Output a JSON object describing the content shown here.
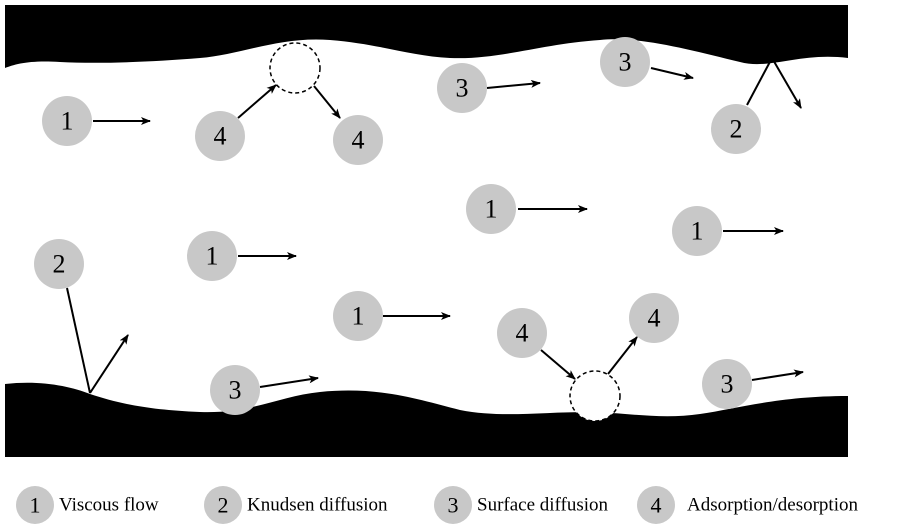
{
  "colors": {
    "wall": "#000000",
    "molecule": "#c8c8c8",
    "background": "#ffffff"
  },
  "molecules": [
    {
      "label": "1"
    },
    {
      "label": "4"
    },
    {
      "label": "4"
    },
    {
      "label": "3"
    },
    {
      "label": "3"
    },
    {
      "label": "2"
    },
    {
      "label": "1"
    },
    {
      "label": "1"
    },
    {
      "label": "2"
    },
    {
      "label": "1"
    },
    {
      "label": "1"
    },
    {
      "label": "4"
    },
    {
      "label": "4"
    },
    {
      "label": "3"
    },
    {
      "label": "3"
    }
  ],
  "legend": [
    {
      "number": "1",
      "text": "Viscous flow"
    },
    {
      "number": "2",
      "text": "Knudsen diffusion"
    },
    {
      "number": "3",
      "text": "Surface diffusion"
    },
    {
      "number": "4",
      "text": "Adsorption/desorption"
    }
  ]
}
